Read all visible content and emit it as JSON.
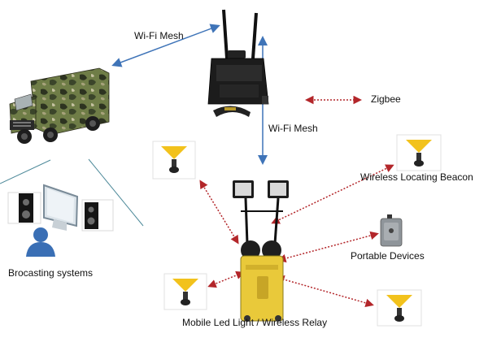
{
  "labels": {
    "wifi_mesh_top": "Wi-Fi Mesh",
    "wifi_mesh_mid": "Wi-Fi Mesh",
    "zigbee": "Zigbee",
    "broadcasting": "Brocasting systems",
    "beacon": "Wireless Locating Beacon",
    "portable": "Portable Devices",
    "mobile_light": "Mobile Led Light / Wireless Relay"
  },
  "colors": {
    "wifi_link": "#3f74b8",
    "zigbee_link": "#b3262a",
    "camo": "#5b6b3c",
    "case": "#1b1b1b",
    "yellow_case": "#e9c93a",
    "lamp_yellow": "#f2c21c"
  }
}
